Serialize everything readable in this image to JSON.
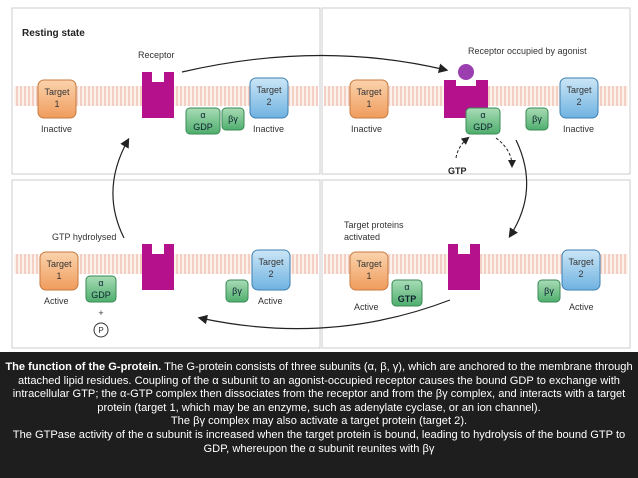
{
  "panels": {
    "top_left": {
      "title": "Resting state",
      "receptor_label": "Receptor",
      "target1": {
        "name": "Target",
        "num": "1",
        "state": "Inactive"
      },
      "target2": {
        "name": "Target",
        "num": "2",
        "state": "Inactive"
      },
      "alpha": "α",
      "alpha_sub": "GDP",
      "betagamma": "βγ"
    },
    "top_right": {
      "receptor_label": "Receptor occupied by agonist",
      "target1": {
        "name": "Target",
        "num": "1",
        "state": "Inactive"
      },
      "target2": {
        "name": "Target",
        "num": "2",
        "state": "Inactive"
      },
      "alpha": "α",
      "alpha_sub": "GDP",
      "betagamma": "βγ",
      "gtp": "GTP"
    },
    "bottom_left": {
      "title": "GTP hydrolysed",
      "target1": {
        "name": "Target",
        "num": "1",
        "state": "Active"
      },
      "target2": {
        "name": "Target",
        "num": "2",
        "state": "Active"
      },
      "alpha": "α",
      "alpha_sub": "GDP",
      "plus": "+",
      "phosphate": "P",
      "betagamma": "βγ"
    },
    "bottom_right": {
      "title_line1": "Target proteins",
      "title_line2": "activated",
      "target1": {
        "name": "Target",
        "num": "1",
        "state": "Active"
      },
      "target2": {
        "name": "Target",
        "num": "2",
        "state": "Active"
      },
      "alpha": "α",
      "alpha_sub": "GTP",
      "betagamma": "βγ"
    }
  },
  "caption": {
    "title": "The function of the G-protein.",
    "p1": " The G-protein consists of three subunits (α, β, γ), which are anchored to the membrane through attached lipid residues. Coupling of the α subunit to an agonist-occupied receptor causes the bound GDP to exchange with intracellular GTP; the α-GTP complex then dissociates from the receptor and from the βγ complex, and interacts with a target protein (target 1, which may be an enzyme, such as adenylate cyclase, or an ion channel).",
    "p2": "The βγ complex may also activate a target protein (target 2).",
    "p3": "The GTPase activity of the α subunit is increased when the target protein is bound, leading to hydrolysis of the bound GTP to GDP, whereupon the α subunit reunites with βγ"
  },
  "colors": {
    "target1": "#f3b07a",
    "target2": "#8ec3e6",
    "receptor": "#b5118c",
    "alpha": "#6fc08a",
    "membrane": "#f2c4b6",
    "agonist": "#9b3fb0"
  }
}
